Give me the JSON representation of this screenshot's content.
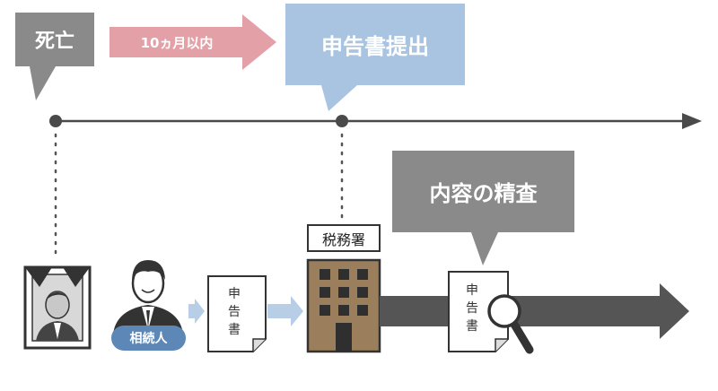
{
  "labels": {
    "death": "死亡",
    "period": "10ヵ月以内",
    "filing": "申告書提出",
    "review": "内容の精査",
    "tax_office": "税務署",
    "heir": "相続人"
  },
  "document": {
    "chars": [
      "申",
      "告",
      "書"
    ]
  },
  "colors": {
    "gray_box": "#8a8a8a",
    "pink_arrow": "#e3a1a7",
    "blue_box": "#a9c4e0",
    "timeline": "#4a4a4a",
    "flow_arrow": "#555555",
    "light_arrow": "#b7cee6",
    "building": "#9b7f5c",
    "heir_badge": "#5d87b7"
  },
  "icons": {
    "portrait": "framed-portrait-icon",
    "heir": "person-icon",
    "building": "building-icon",
    "magnifier": "magnifier-icon"
  }
}
